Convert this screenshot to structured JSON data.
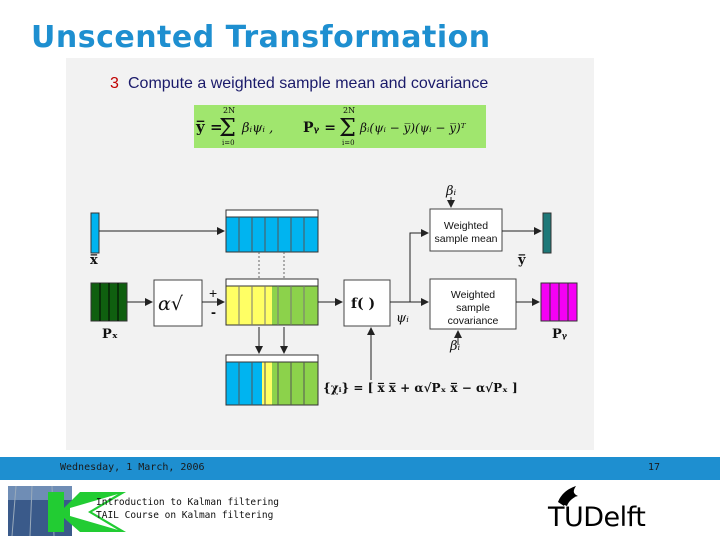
{
  "slide": {
    "title": "Unscented Transformation"
  },
  "figure": {
    "step_number": "3",
    "step_text": "Compute a weighted sample mean and covariance",
    "formula_mean_lhs": "y̅ =",
    "formula_mean_sum": "Σ",
    "formula_mean_upper": "2N",
    "formula_mean_lower": "i=0",
    "formula_mean_terms": "βᵢψᵢ ,",
    "formula_cov_lhs": "Pᵧ =",
    "formula_cov_sum": "Σ",
    "formula_cov_upper": "2N",
    "formula_cov_lower": "i=0",
    "formula_cov_terms": "βᵢ(ψᵢ − y̅)(ψᵢ − y̅)ᵀ",
    "label_x": "x̅",
    "label_px": "Pₓ",
    "label_alpha_sqrt": "α√",
    "label_plus": "+",
    "label_minus": "-",
    "label_f": "f( )",
    "label_psi": "ψᵢ",
    "label_beta_top": "βᵢ",
    "label_beta_bottom": "βᵢ",
    "box_weighted_mean_line1": "Weighted",
    "box_weighted_mean_line2": "sample mean",
    "box_weighted_cov_line1": "Weighted",
    "box_weighted_cov_line2": "sample",
    "box_weighted_cov_line3": "covariance",
    "label_y": "y̅",
    "label_py": "Pᵧ",
    "sigma_set": "{χᵢ} = [ x̅    x̅ + α√Pₓ    x̅ − α√Pₓ ]",
    "colors": {
      "cyan": "#00b4f0",
      "green": "#8cd24b",
      "yellow": "#ffff64",
      "dark_green": "#0f5f0f",
      "magenta": "#f500f5",
      "teal": "#1e7878",
      "formula_bg": "#a0e66e"
    }
  },
  "footer": {
    "date": "Wednesday, 1 March, 2006",
    "page": "17",
    "course_line1": "Introduction to Kalman filtering",
    "course_line2": "TAIL Course on Kalman filtering",
    "tudelft_text": "TUDelft"
  }
}
